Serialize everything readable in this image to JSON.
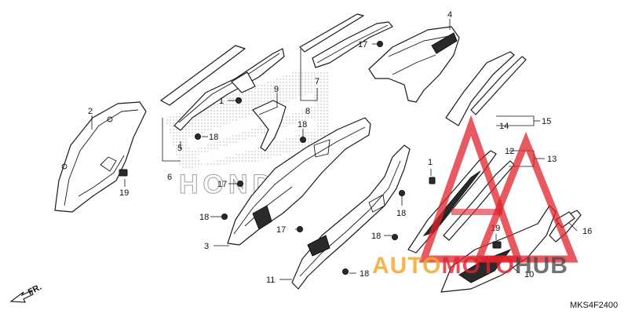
{
  "diagram": {
    "code": "MKS4F2400",
    "front_label": "FR.",
    "callouts": {
      "c1": "1",
      "c2": "2",
      "c3": "3",
      "c4": "4",
      "c5": "5",
      "c6": "6",
      "c7": "7",
      "c8": "8",
      "c9": "9",
      "c10": "10",
      "c11": "11",
      "c12": "12",
      "c13": "13",
      "c14": "14",
      "c15": "15",
      "c16": "16",
      "c17a": "17",
      "c17b": "17",
      "c17c": "17",
      "c18a": "18",
      "c18b": "18",
      "c18c": "18",
      "c18d": "18",
      "c18e": "18",
      "c18f": "18",
      "c19a": "19",
      "c19b": "19"
    }
  },
  "watermarks": {
    "center_brand": "HONDA",
    "corner_brand_text": "AUTOMOTOHUB",
    "corner_brand_part1": "AUTO",
    "corner_brand_part2": "MOTO",
    "corner_brand_part3": "HUB"
  },
  "colors": {
    "accent_red": "#e0232d",
    "accent_orange": "#f0a830",
    "watermark_gray": "#b8b8b8",
    "line": "#111111"
  }
}
